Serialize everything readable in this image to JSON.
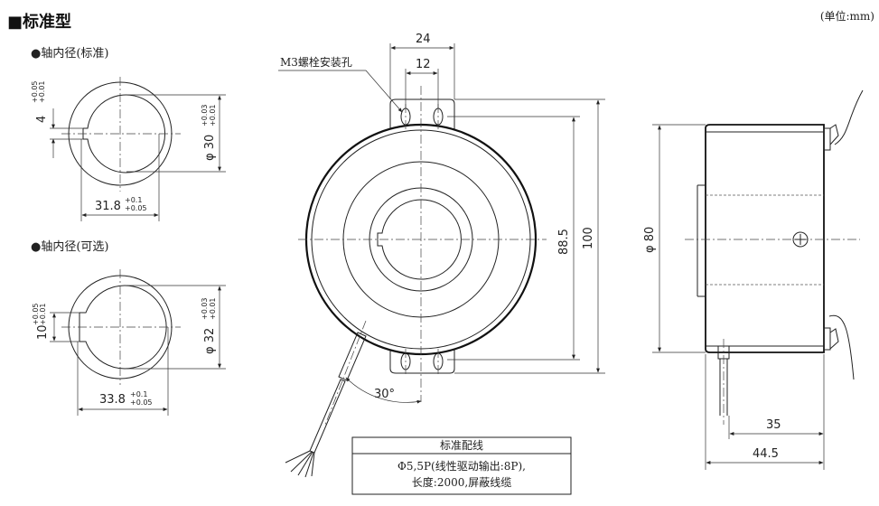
{
  "header": {
    "title": "■标准型",
    "unit": "(单位:mm)"
  },
  "sections": {
    "shaft_standard": {
      "label": "●轴内径(标准)",
      "key_dim": "4",
      "key_tol_upper": "+0.05",
      "key_tol_lower": "+0.01",
      "dia_dim": "φ 30",
      "dia_tol_upper": "+0.03",
      "dia_tol_lower": "+0.01",
      "width_dim": "31.8",
      "width_tol_upper": "+0.1",
      "width_tol_lower": "+0.05"
    },
    "shaft_optional": {
      "label": "●轴内径(可选)",
      "key_dim": "10",
      "key_tol_upper": "+0.05",
      "key_tol_lower": "+0.01",
      "dia_dim": "φ 32",
      "dia_tol_upper": "+0.03",
      "dia_tol_lower": "+0.01",
      "width_dim": "33.8",
      "width_tol_upper": "+0.1",
      "width_tol_lower": "+0.05"
    }
  },
  "front_view": {
    "bolt_hole_label": "M3螺栓安装孔",
    "dim_outer_spacing": "24",
    "dim_inner_spacing": "12",
    "dim_hole_pitch": "88.5",
    "dim_total_height": "100",
    "cable_angle": "30°"
  },
  "side_view": {
    "dim_diameter": "φ 80",
    "dim_depth_body": "35",
    "dim_depth_total": "44.5"
  },
  "wiring_table": {
    "header": "标准配线",
    "line1": "Φ5,5P(线性驱动输出:8P),",
    "line2": "长度:2000,屏蔽线缆"
  }
}
